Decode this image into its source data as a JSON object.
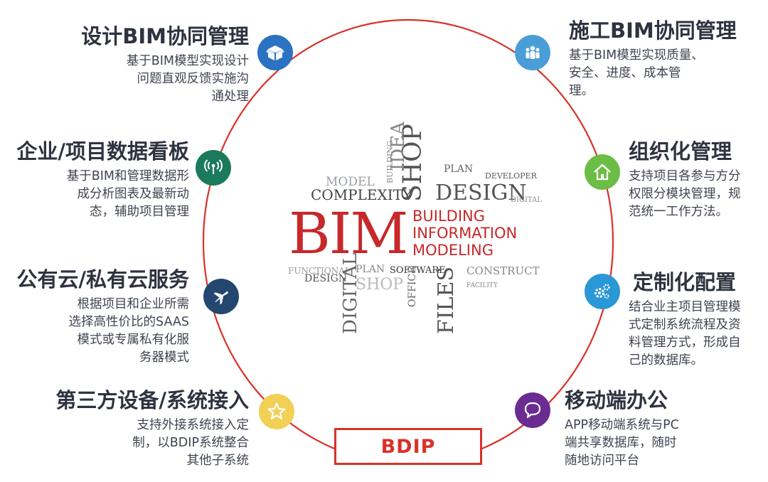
{
  "colors": {
    "ring": "#d9322a",
    "accent_red": "#d9322a",
    "icon_blue": "#2b72c2",
    "icon_lightblue": "#4a9ed8",
    "icon_teal": "#1b7a5c",
    "icon_green": "#6cbd45",
    "icon_navy": "#23476e",
    "icon_cyan": "#2a97d6",
    "icon_yellow": "#f2cf55",
    "icon_purple": "#6b2c91"
  },
  "features": [
    {
      "id": "design",
      "title": "设计BIM协同管理",
      "desc": [
        "基于BIM模型实现设计",
        "问题直观反馈实施沟",
        "通处理"
      ],
      "icon": "box-icon"
    },
    {
      "id": "data",
      "title": "企业/项目数据看板",
      "desc": [
        "基于BIM和管理数据形",
        "成分析图表及最新动",
        "态，辅助项目管理"
      ],
      "icon": "signal-icon"
    },
    {
      "id": "cloud",
      "title": "公有云/私有云服务",
      "desc": [
        "根据项目和企业所需",
        "选择高性价比的SAAS",
        "模式或专属私有化服",
        "务器模式"
      ],
      "icon": "plane-icon"
    },
    {
      "id": "thirdparty",
      "title": "第三方设备/系统接入",
      "desc": [
        "支持外接系统接入定",
        "制，以BDIP系统整合",
        "其他子系统"
      ],
      "icon": "star-icon"
    },
    {
      "id": "construction",
      "title": "施工BIM协同管理",
      "desc": [
        "基于BIM模型实现质量、",
        "安全、进度、成本管",
        "理。"
      ],
      "icon": "people-icon"
    },
    {
      "id": "org",
      "title": "组织化管理",
      "desc": [
        "支持项目各参与方分",
        "权限分模块管理，规",
        "范统一工作方法。"
      ],
      "icon": "home-icon"
    },
    {
      "id": "custom",
      "title": "定制化配置",
      "desc": [
        "结合业主项目管理模",
        "式定制系统流程及资",
        "料管理方式，形成自",
        "己的数据库。"
      ],
      "icon": "gears-icon"
    },
    {
      "id": "mobile",
      "title": "移动端办公",
      "desc": [
        "APP移动端系统与PC",
        "端共享数据库，随时",
        "随地访问平台"
      ],
      "icon": "chat-icon"
    }
  ],
  "center": {
    "main": "BIM",
    "lines": [
      "BUILDING",
      "INFORMATION",
      "MODELING"
    ],
    "words": {
      "model": "MODEL",
      "complexity": "COMPLEXITY",
      "shop": "SHOP",
      "idea": "IDEA",
      "building": "BUILDING",
      "plan": "PLAN",
      "design": "DESIGN",
      "developer": "DEVELOPER",
      "digital": "DIGITAL",
      "functional": "FUNCTIONAL",
      "software": "SOFTWARE",
      "construct": "CONSTRUCT",
      "files": "FILES",
      "office": "OFFICE",
      "facility": "FACILITY"
    }
  },
  "badge": "BDIP"
}
